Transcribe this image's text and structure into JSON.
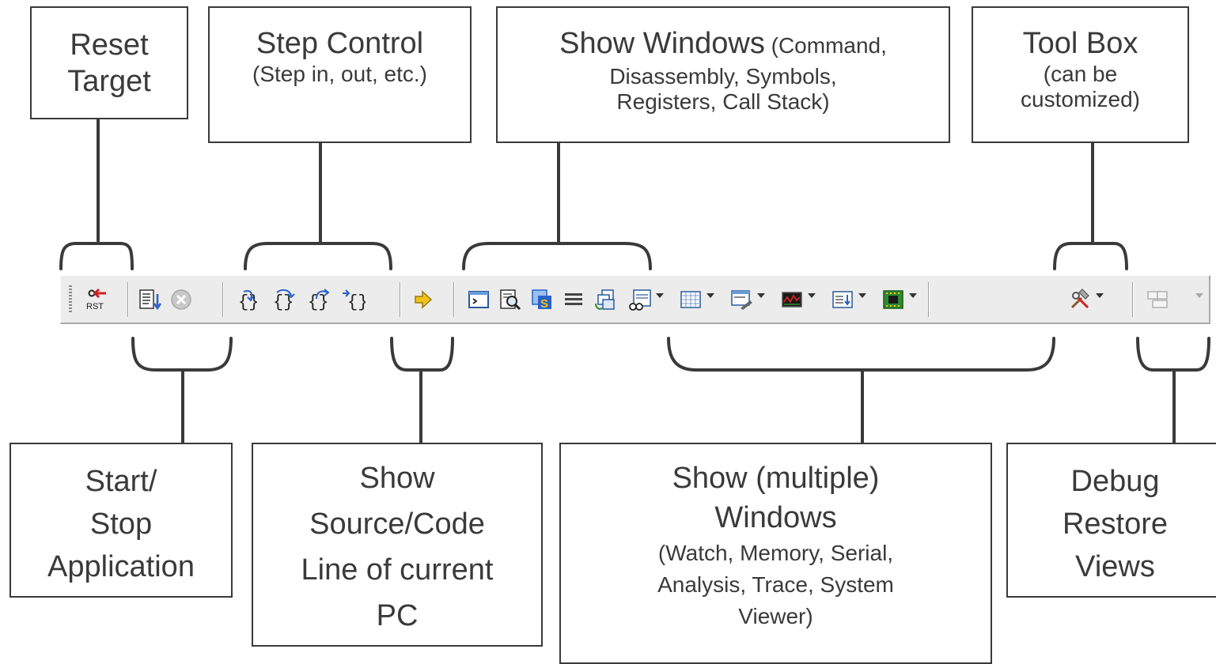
{
  "callouts": {
    "reset_target": {
      "line1": "Reset",
      "line2": "Target"
    },
    "step_control": {
      "title": "Step Control",
      "sub": "(Step in, out, etc.)"
    },
    "show_windows": {
      "title": "Show Windows",
      "inline": " (Command,",
      "line2": "Disassembly, Symbols,",
      "line3": "Registers, Call Stack)"
    },
    "tool_box": {
      "title": "Tool Box",
      "line2": "(can be",
      "line3": "customized)"
    },
    "start_stop": {
      "line1": "Start/",
      "line2": "Stop",
      "line3": "Application"
    },
    "show_source": {
      "line1": "Show",
      "line2": "Source/Code",
      "line3": "Line of current",
      "line4": "PC"
    },
    "show_multiple": {
      "line1": "Show (multiple)",
      "line2": "Windows",
      "line3": "(Watch, Memory, Serial,",
      "line4": "Analysis, Trace, System",
      "line5": "Viewer)"
    },
    "debug_restore": {
      "line1": "Debug",
      "line2": "Restore",
      "line3": "Views"
    }
  },
  "toolbar": {
    "rst_label": "RST",
    "icons": [
      "reset-icon",
      "run-icon",
      "stop-icon",
      "step-in-icon",
      "step-over-icon",
      "step-out-icon",
      "run-to-cursor-icon",
      "show-current-line-icon",
      "command-window-icon",
      "disassembly-window-icon",
      "symbols-window-icon",
      "registers-window-icon",
      "call-stack-window-icon",
      "watch-window-icon",
      "memory-window-icon",
      "serial-window-icon",
      "analysis-window-icon",
      "trace-window-icon",
      "system-viewer-icon",
      "toolbox-icon",
      "restore-views-icon"
    ],
    "colors": {
      "face": "#ececec",
      "accent_blue": "#2a62c9",
      "accent_red": "#d42020",
      "accent_yellow": "#f3c21a",
      "accent_green": "#2e8b2e"
    }
  }
}
